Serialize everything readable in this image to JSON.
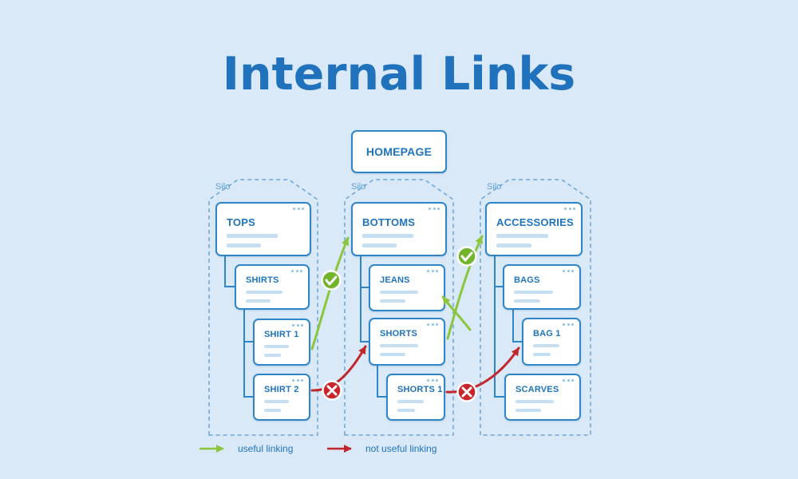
{
  "title": "Internal Links",
  "homepage": {
    "label": "HOMEPAGE"
  },
  "silos": [
    {
      "label": "Silo",
      "pages": [
        {
          "label": "TOPS"
        },
        {
          "label": "SHIRTS"
        },
        {
          "label": "SHIRT 1"
        },
        {
          "label": "SHIRT 2"
        }
      ]
    },
    {
      "label": "Silo",
      "pages": [
        {
          "label": "BOTTOMS"
        },
        {
          "label": "JEANS"
        },
        {
          "label": "SHORTS"
        },
        {
          "label": "SHORTS 1"
        }
      ]
    },
    {
      "label": "Silo",
      "pages": [
        {
          "label": "ACCESSORIES"
        },
        {
          "label": "BAGS"
        },
        {
          "label": "BAG 1"
        },
        {
          "label": "SCARVES"
        }
      ]
    }
  ],
  "legend": {
    "useful_label": "useful linking",
    "not_useful_label": "not useful linking"
  },
  "icons": {
    "useful_badge": "check-circle",
    "not_useful_badge": "x-circle",
    "window_dots": "window-dots"
  },
  "colors": {
    "background": "#d9e9f7",
    "title_text": "#2072bc",
    "box_border": "#2e86c9",
    "box_text": "#1e73be",
    "useful_arrow": "#8cc63e",
    "useful_badge": "#72b52c",
    "not_useful_arrow": "#c1272d",
    "skeleton_line": "#c5def2",
    "silo_outline": "#6aa6d8"
  }
}
